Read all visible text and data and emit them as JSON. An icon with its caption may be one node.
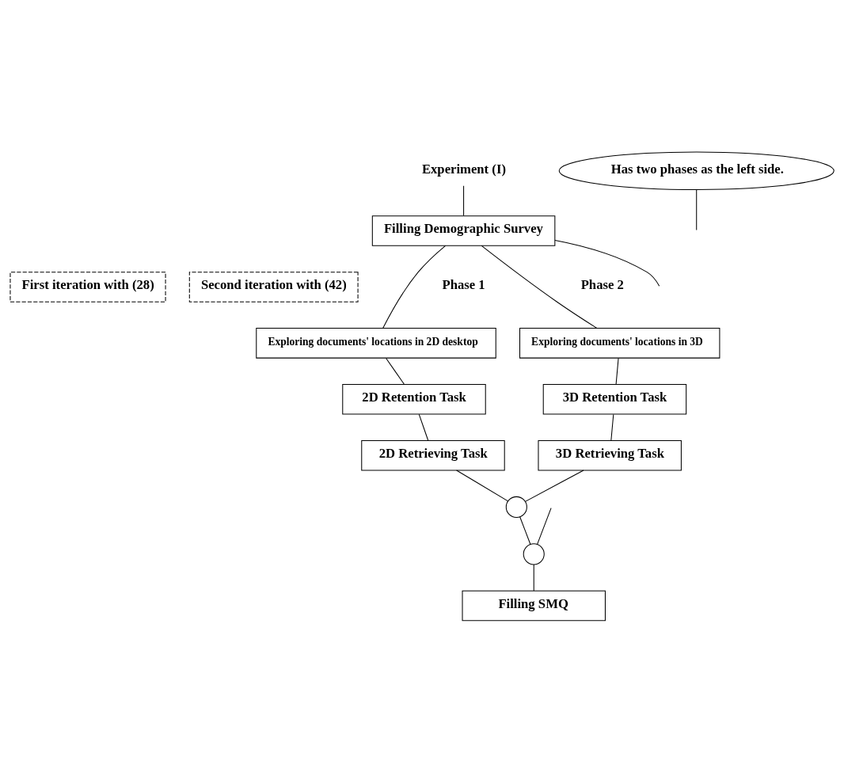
{
  "diagram": {
    "nodes": [
      {
        "text": [
          "Experiment (I)"
        ]
      },
      {
        "text": [
          "Filling Demographic Survey"
        ]
      },
      {
        "text": [
          "First iteration with (28)"
        ]
      },
      {
        "text": [
          "Second iteration with (42)"
        ]
      },
      {
        "text": [
          "Exploring documents' locations in 2D desktop"
        ]
      },
      {
        "text": [
          "Exploring documents' locations in 3D"
        ]
      },
      {
        "text": [
          "2D Retention Task"
        ]
      },
      {
        "text": [
          "3D Retention Task"
        ]
      },
      {
        "text": [
          "2D Retrieving Task"
        ]
      },
      {
        "text": [
          "3D Retrieving Task"
        ]
      },
      {
        "text": [],
        "shape": "circle"
      },
      {
        "text": [],
        "shape": "circle"
      },
      {
        "text": [
          "Filling SMQ"
        ]
      },
      {
        "text": [
          "Has two phases as the left side."
        ]
      }
    ],
    "edges": [
      {
        "from": 0,
        "to": 1,
        "arrow": "none"
      },
      {
        "from": 1,
        "to": 4,
        "arrow": "none"
      },
      {
        "from": 1,
        "to": 5,
        "arrow": "none"
      },
      {
        "from": 1,
        "to": null,
        "arrow": "none"
      },
      {
        "from": 4,
        "to": 6,
        "arrow": "none"
      },
      {
        "from": 6,
        "to": 8,
        "arrow": "none"
      },
      {
        "from": 5,
        "to": 7,
        "arrow": "none"
      },
      {
        "from": 7,
        "to": 9,
        "arrow": "none"
      },
      {
        "from": 8,
        "to": 10,
        "arrow": "none"
      },
      {
        "from": 9,
        "to": 10,
        "arrow": "none"
      },
      {
        "from": 10,
        "to": 11,
        "arrow": "none"
      },
      {
        "from": null,
        "to": 11,
        "arrow": "none"
      },
      {
        "from": 11,
        "to": 12,
        "arrow": "none"
      },
      {
        "from": 13,
        "to": null,
        "arrow": "none"
      }
    ],
    "labels": [
      "Phase 1",
      "Phase 2"
    ]
  }
}
